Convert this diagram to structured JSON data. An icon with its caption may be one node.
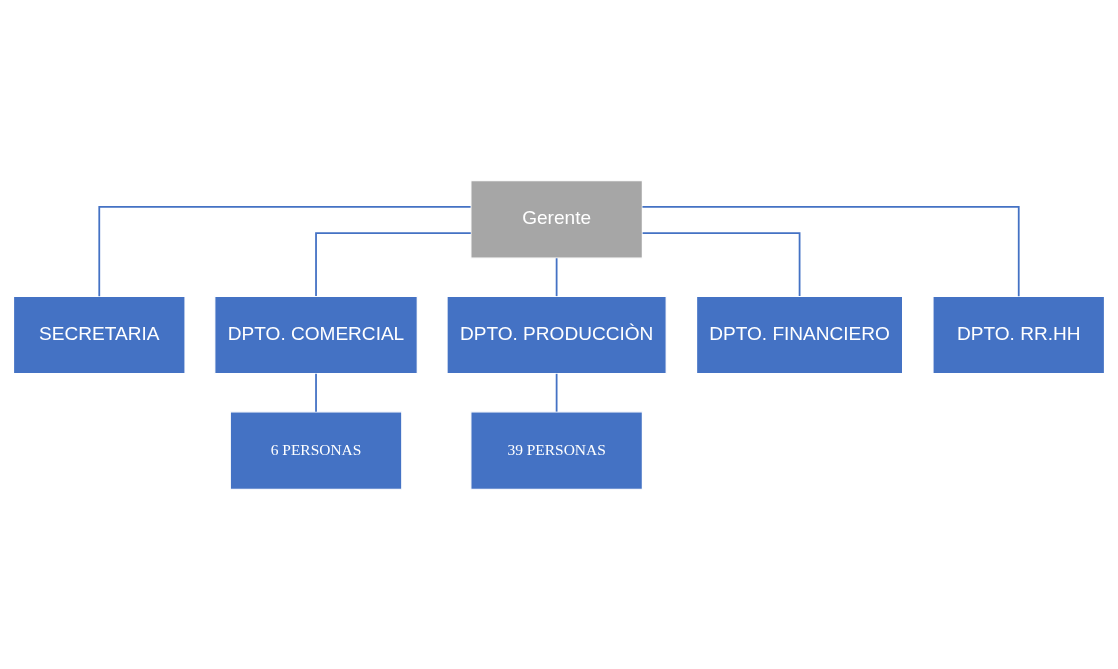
{
  "diagram": {
    "nodes": [
      {
        "text": [
          "Gerente"
        ]
      },
      {
        "text": [
          "SECRETARIA"
        ]
      },
      {
        "text": [
          "DPTO. COMERCIAL"
        ]
      },
      {
        "text": [
          "DPTO. PRODUCCIÒN"
        ]
      },
      {
        "text": [
          "DPTO. FINANCIERO"
        ]
      },
      {
        "text": [
          "DPTO. RR.HH"
        ]
      },
      {
        "text": [
          "6 PERSONAS"
        ]
      },
      {
        "text": [
          "39 PERSONAS"
        ]
      }
    ],
    "edges": [
      {
        "from": 0,
        "to": 1,
        "arrow": "none"
      },
      {
        "from": 0,
        "to": 2,
        "arrow": "none"
      },
      {
        "from": 0,
        "to": 3,
        "arrow": "none"
      },
      {
        "from": 0,
        "to": 4,
        "arrow": "none"
      },
      {
        "from": 0,
        "to": 5,
        "arrow": "none"
      },
      {
        "from": 2,
        "to": 6,
        "arrow": "none"
      },
      {
        "from": 3,
        "to": 7,
        "arrow": "none"
      }
    ]
  }
}
